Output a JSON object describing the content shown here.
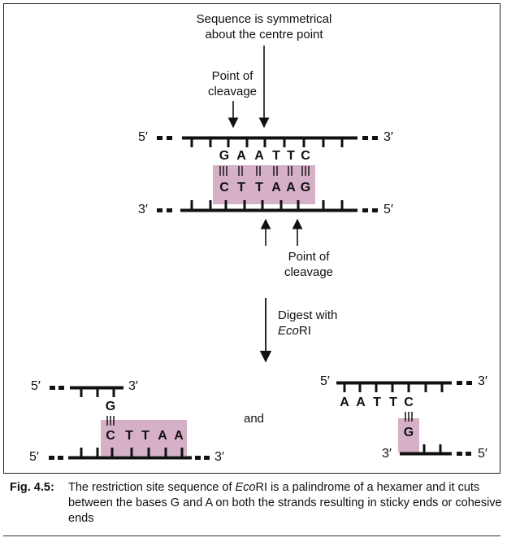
{
  "labels": {
    "symmetry": "Sequence is symmetrical about the centre point",
    "symmetry_line1": "Sequence is symmetrical",
    "symmetry_line2": "about the centre point",
    "cleavage_top_line1": "Point of",
    "cleavage_top_line2": "cleavage",
    "cleavage_bottom_line1": "Point of",
    "cleavage_bottom_line2": "cleavage",
    "digest_line1": "Digest with",
    "digest_enzyme_italic": "Eco",
    "digest_enzyme_rest": "RI",
    "and": "and"
  },
  "primes": {
    "five": "5′",
    "three": "3′"
  },
  "top_strand_bases": [
    "G",
    "A",
    "A",
    "T",
    "T",
    "C"
  ],
  "bottom_strand_bases": [
    "C",
    "T",
    "T",
    "A",
    "A",
    "G"
  ],
  "fragment_left": {
    "top_base": "G",
    "bottom_bases": [
      "C",
      "T",
      "T",
      "A",
      "A"
    ]
  },
  "fragment_right": {
    "top_bases": [
      "A",
      "A",
      "T",
      "T",
      "C"
    ],
    "bottom_base": "G"
  },
  "caption": {
    "label": "Fig. 4.5:",
    "text_part1": "The restriction site sequence of ",
    "text_italic": "Eco",
    "text_part2": "RI is a palindrome of a hexamer and it cuts between the bases G and A on both the strands resulting in sticky ends or cohesive ends"
  },
  "colors": {
    "highlight": "#cfa2bd",
    "strand": "#111111"
  }
}
